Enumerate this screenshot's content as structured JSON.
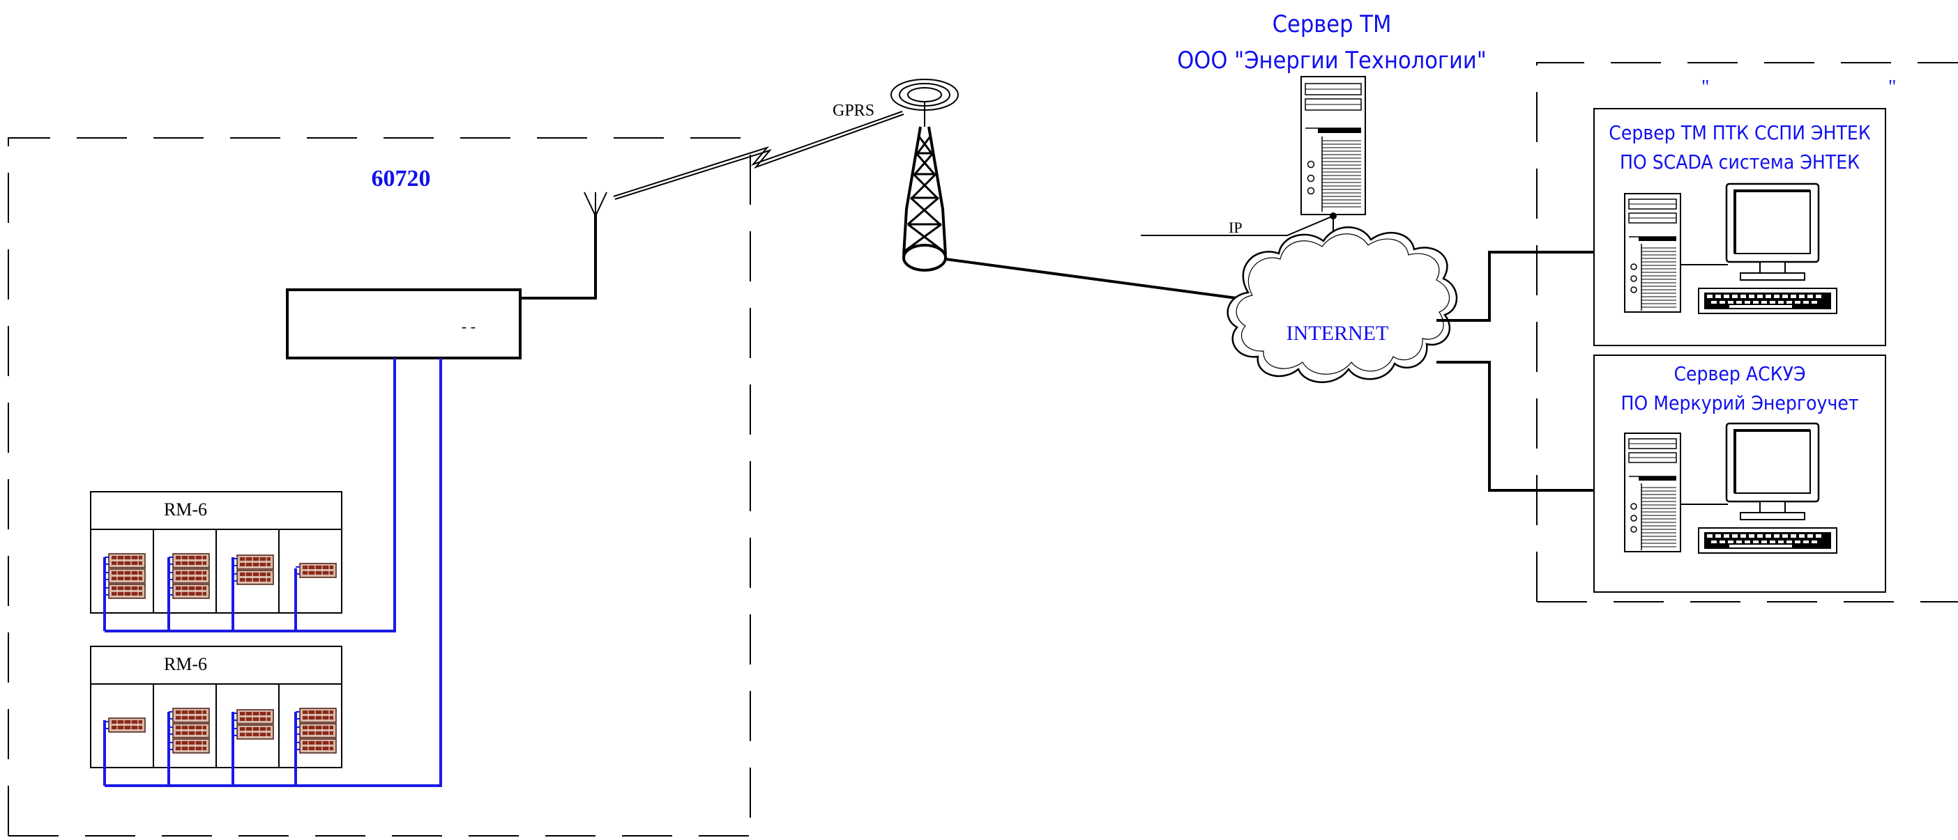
{
  "site": {
    "number": "60720",
    "modem_label": "-   -",
    "rm_blocks": [
      {
        "label": "RM-6",
        "meters_per_cell": [
          3,
          3,
          2,
          1
        ]
      },
      {
        "label": "RM-6",
        "meters_per_cell": [
          1,
          3,
          2,
          3
        ]
      }
    ]
  },
  "radio": {
    "gprs_label": "GPRS"
  },
  "cloud": {
    "label": "INTERNET"
  },
  "tm_server": {
    "title_line1": "Сервер ТМ",
    "title_line2": "ООО \"Энергии Технологии\"",
    "ip_label": "IP"
  },
  "control_center": {
    "quote_left": "\"",
    "quote_right": "\"",
    "servers": [
      {
        "line1": "Сервер ТМ ПТК ССПИ ЭНТЕК",
        "line2": "ПО SCADA система ЭНТЕК"
      },
      {
        "line1": "Сервер АСКУЭ",
        "line2": "ПО Меркурий Энергоучет"
      }
    ]
  },
  "colors": {
    "title_text": "#1010ee",
    "bus_line": "#1a1ae6",
    "meter": "#8b2a1a"
  }
}
